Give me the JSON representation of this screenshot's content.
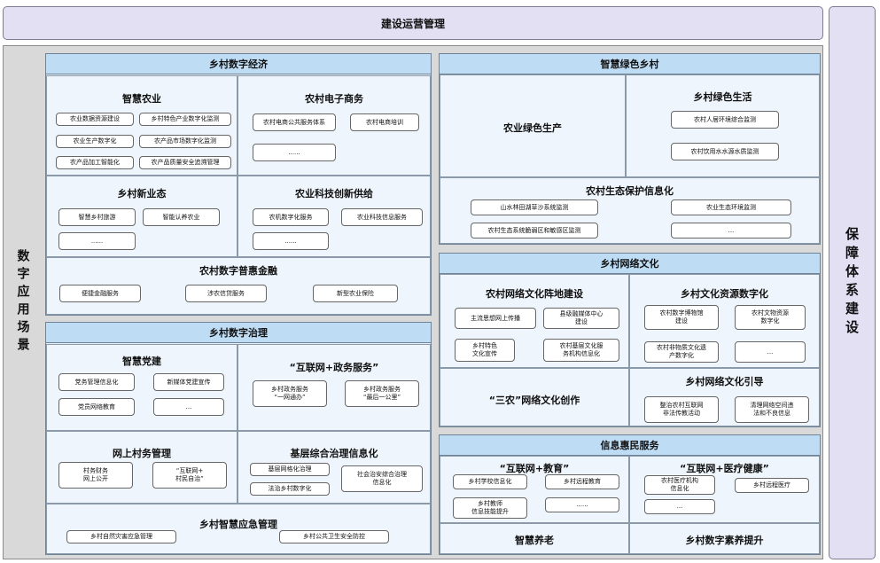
{
  "header": {
    "title": "建设运营管理"
  },
  "left_label": "数字应用场景",
  "right_label": "保障体系建设",
  "economy": {
    "title": "乡村数字经济",
    "agri": {
      "title": "智慧农业",
      "items": [
        "农业数据资源建设",
        "乡村特色产业数字化监测",
        "农业生产数字化",
        "农产品市场数字化监测",
        "农产品加工智能化",
        "农产品质量安全追溯管理"
      ]
    },
    "ecom": {
      "title": "农村电子商务",
      "items": [
        "农村电商公共服务体系",
        "农村电商培训",
        "......"
      ]
    },
    "newbiz": {
      "title": "乡村新业态",
      "items": [
        "智慧乡村旅游",
        "智能认养农业",
        "......"
      ]
    },
    "tech": {
      "title": "农业科技创新供给",
      "items": [
        "农机数字化服务",
        "农业科技信息服务",
        "......"
      ]
    },
    "finance": {
      "title": "农村数字普惠金融",
      "items": [
        "便捷金融服务",
        "涉农信贷服务",
        "新型农业保险"
      ]
    }
  },
  "governance": {
    "title": "乡村数字治理",
    "party": {
      "title": "智慧党建",
      "items": [
        "党务管理信息化",
        "新媒体党建宣传",
        "党员网络教育",
        "..."
      ]
    },
    "gov": {
      "title": "“互联网+政务服务”",
      "items": [
        "乡村政务服务\n“一网通办”",
        "乡村政务服务\n“最后一公里”"
      ]
    },
    "village": {
      "title": "网上村务管理",
      "items": [
        "村务财务\n网上公开",
        "“互联网+\n村民自治”"
      ]
    },
    "grass": {
      "title": "基层综合治理信息化",
      "items": [
        "基层网格化治理",
        "法治乡村数字化",
        "社会治安综合治理\n信息化"
      ]
    },
    "emergency": {
      "title": "乡村智慧应急管理",
      "items": [
        "乡村自然灾害应急管理",
        "乡村公共卫生安全防控"
      ]
    }
  },
  "green": {
    "title": "智慧绿色乡村",
    "prod": {
      "title": "农业绿色生产"
    },
    "life": {
      "title": "乡村绿色生活",
      "items": [
        "农村人居环境综合监测",
        "农村饮用水水源水质监测"
      ]
    },
    "eco": {
      "title": "农村生态保护信息化",
      "items": [
        "山水林田湖草沙系统监测",
        "农业生态环境监测",
        "农村生态系统脆弱区和敏感区监测",
        "..."
      ]
    }
  },
  "culture": {
    "title": "乡村网络文化",
    "base": {
      "title": "农村网络文化阵地建设",
      "items": [
        "主流思想网上传播",
        "县级融媒体中心\n建设",
        "乡村特色\n文化宣传",
        "农村基层文化服\n务机构信息化"
      ]
    },
    "res": {
      "title": "乡村文化资源数字化",
      "items": [
        "农村数字博物馆\n建设",
        "农村文物资源\n数字化",
        "农村非物质文化遗\n产数字化",
        "..."
      ]
    },
    "create": {
      "title": "“三农”网络文化创作"
    },
    "guide": {
      "title": "乡村网络文化引导",
      "items": [
        "整治农村互联网\n非法传教活动",
        "清理网络空间违\n法和不良信息"
      ]
    }
  },
  "benefit": {
    "title": "信息惠民服务",
    "edu": {
      "title": "“互联网+教育”",
      "items": [
        "乡村学校信息化",
        "乡村远程教育",
        "乡村教师\n信息技能提升",
        "......"
      ]
    },
    "health": {
      "title": "“互联网+医疗健康”",
      "items": [
        "农村医疗机构\n信息化",
        "乡村远程医疗",
        "..."
      ]
    },
    "elder": {
      "title": "智慧养老"
    },
    "literacy": {
      "title": "乡村数字素养提升"
    }
  }
}
